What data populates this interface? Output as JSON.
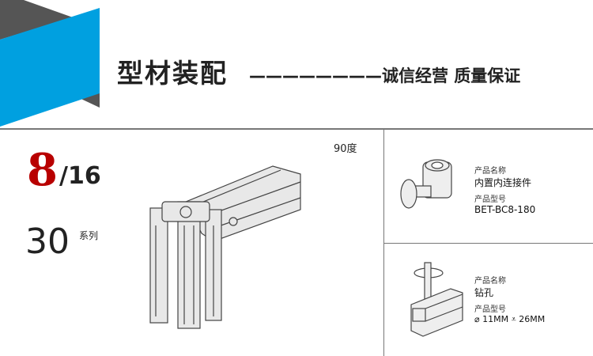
{
  "header": {
    "title": "型材装配",
    "slogan": "————————诚信经营 质量保证",
    "accent_color": "#00a0e0",
    "dark_color": "#555555"
  },
  "left": {
    "number": "8",
    "fraction": "/16",
    "series_number": "30",
    "series_label": "系列",
    "angle_label": "90度"
  },
  "products": [
    {
      "name_label": "产品名称",
      "name": "内置内连接件",
      "model_label": "产品型号",
      "model": "BET-BC8-180"
    },
    {
      "name_label": "产品名称",
      "name": "钻孔",
      "model_label": "产品型号",
      "model": "⌀ 11MM ⩡ 26MM"
    }
  ]
}
